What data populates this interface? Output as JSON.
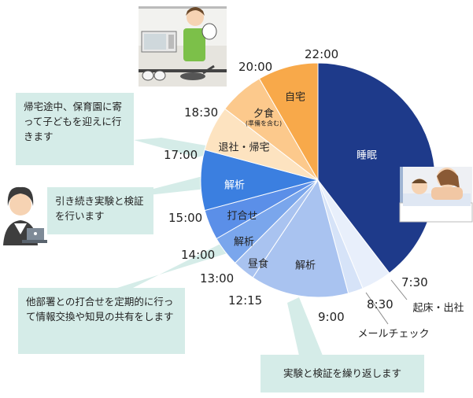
{
  "chart_data": {
    "type": "pie",
    "slices": [
      {
        "label": "睡眠",
        "start": "22:00",
        "end": "7:30",
        "color": "#1e3a8a",
        "text": "light"
      },
      {
        "label": "起床・出社",
        "start": "7:30",
        "end": "8:30",
        "color": "#e8effb",
        "text": "dark"
      },
      {
        "label": "メールチェック",
        "start": "8:30",
        "end": "9:00",
        "color": "#d6e3f8",
        "text": "dark"
      },
      {
        "label": "解析",
        "start": "9:00",
        "end": "12:15",
        "color": "#a9c3f0",
        "text": "dark"
      },
      {
        "label": "昼食",
        "start": "12:15",
        "end": "13:00",
        "color": "#a9c3f0",
        "text": "dark"
      },
      {
        "label": "解析",
        "start": "13:00",
        "end": "14:00",
        "color": "#7aa6ec",
        "text": "dark"
      },
      {
        "label": "打合せ",
        "start": "14:00",
        "end": "15:00",
        "color": "#5b8fe8",
        "text": "dark"
      },
      {
        "label": "解析",
        "start": "15:00",
        "end": "17:00",
        "color": "#3b7fe0",
        "text": "light"
      },
      {
        "label": "退社・帰宅",
        "start": "17:00",
        "end": "18:30",
        "color": "#fde3c0",
        "text": "dark"
      },
      {
        "label": "夕食",
        "sublabel": "(準備を含む)",
        "start": "18:30",
        "end": "20:00",
        "color": "#fcc98c",
        "text": "dark"
      },
      {
        "label": "自宅",
        "start": "20:00",
        "end": "22:00",
        "color": "#f8a94a",
        "text": "dark"
      }
    ],
    "time_labels": [
      "22:00",
      "20:00",
      "18:30",
      "17:00",
      "15:00",
      "14:00",
      "13:00",
      "12:15",
      "9:00",
      "8:30",
      "7:30"
    ]
  },
  "callouts": {
    "pickup": "帰宅途中、保育園に寄って子どもを迎えに行きます",
    "experiment": "引き続き実験と検証を行います",
    "meeting": "他部署との打合せを定期的に行って情報交換や知見の共有をします",
    "repeat": "実験と検証を繰り返します"
  },
  "colors": {
    "callout_bg": "#d5ece8",
    "leader": "#d5ece8"
  },
  "icons": [
    "cooking-woman-icon",
    "sleeping-parent-child-icon",
    "woman-at-laptop-icon"
  ]
}
